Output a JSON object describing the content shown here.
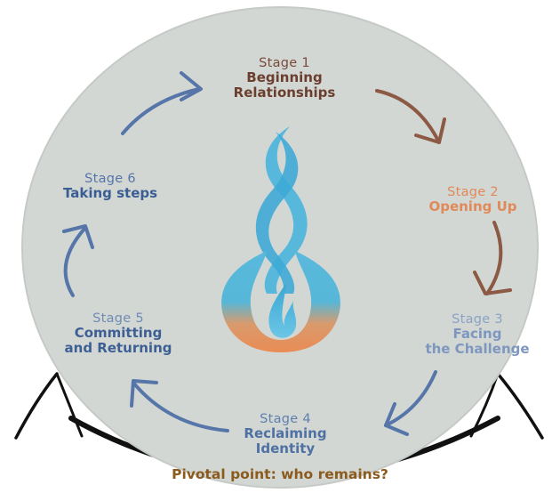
{
  "colors": {
    "background_circle": "#d3d7d4",
    "brown": "#7a4a3a",
    "orange": "#e08a5a",
    "steel_blue": "#6f8cb5",
    "navy": "#3a5e93",
    "pivot_text": "#8b5a1d",
    "flame_blue": "#4fb5d6",
    "flame_orange": "#e9915a",
    "easel": "#111111"
  },
  "stages": [
    {
      "number": "Stage 1",
      "name_lines": [
        "Beginning",
        "Relationships"
      ],
      "color": "#6b3f2f"
    },
    {
      "number": "Stage 2",
      "name_lines": [
        "Opening Up"
      ],
      "color": "#e08a5a"
    },
    {
      "number": "Stage 3",
      "name_lines": [
        "Facing",
        "the Challenge"
      ],
      "color": "#7d97bf"
    },
    {
      "number": "Stage 4",
      "name_lines": [
        "Reclaiming",
        "Identity"
      ],
      "color": "#4e70a3"
    },
    {
      "number": "Stage 5",
      "name_lines": [
        "Committing",
        "and Returning"
      ],
      "color": "#3d5f94"
    },
    {
      "number": "Stage 6",
      "name_lines": [
        "Taking steps"
      ],
      "color": "#3a5e93"
    }
  ],
  "pivot_text": "Pivotal point: who remains?",
  "icons": [
    "cycle-arrow-icon",
    "flame-icon"
  ]
}
